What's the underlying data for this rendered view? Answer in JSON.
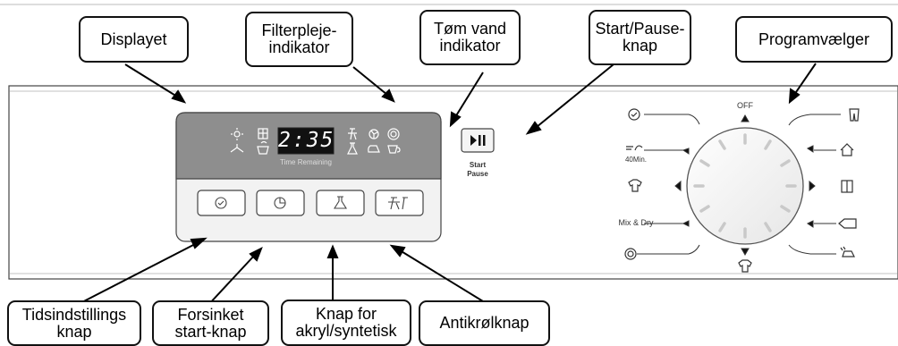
{
  "callouts": {
    "displayet": "Displayet",
    "filter": "Filterpleje-\nindikator",
    "tom_vand": "Tøm vand\nindikator",
    "start_pause": "Start/Pause-\nknap",
    "programvaelger": "Programvælger",
    "tidsindstillings": "Tidsindstillings\nknap",
    "forsinket": "Forsinket\nstart-knap",
    "akryl": "Knap for\nakryl/syntetisk",
    "antikrol": "Antikrølknap"
  },
  "panel": {
    "display_time": "2:35",
    "time_remaining": "Time Remaining",
    "start_pause_label": "Start\nPause",
    "off_label": "OFF",
    "min40_label": "40Min.",
    "mix_dry_label": "Mix & Dry"
  }
}
